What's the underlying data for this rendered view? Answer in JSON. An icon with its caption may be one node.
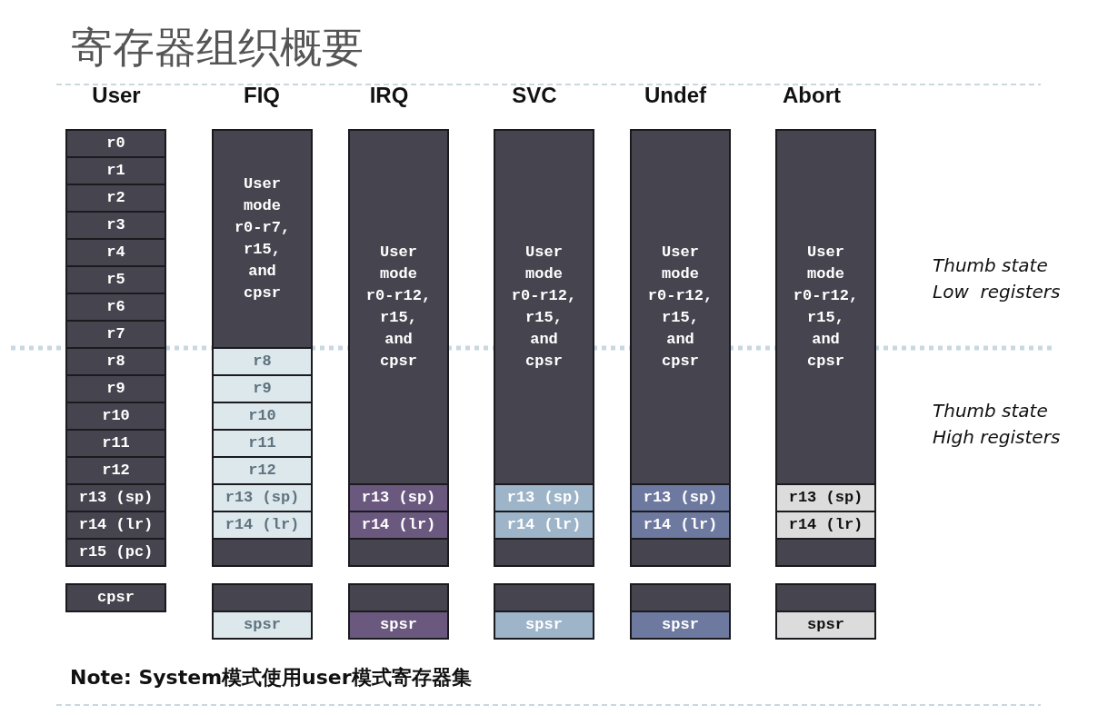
{
  "diagram": {
    "title": "寄存器组织概要",
    "nodes": [
      {
        "text": [
          "r0"
        ]
      },
      {
        "text": [
          "r1"
        ]
      },
      {
        "text": [
          "r2"
        ]
      },
      {
        "text": [
          "r3"
        ]
      },
      {
        "text": [
          "r4"
        ]
      },
      {
        "text": [
          "r5"
        ]
      },
      {
        "text": [
          "r6"
        ]
      },
      {
        "text": [
          "r7"
        ]
      },
      {
        "text": [
          "r8"
        ]
      },
      {
        "text": [
          "r9"
        ]
      },
      {
        "text": [
          "r10"
        ]
      },
      {
        "text": [
          "r11"
        ]
      },
      {
        "text": [
          "r12"
        ]
      },
      {
        "text": [
          "r13 (sp)"
        ]
      },
      {
        "text": [
          "r14 (lr)"
        ]
      },
      {
        "text": [
          "r15 (pc)"
        ]
      },
      {
        "text": [
          "cpsr"
        ]
      },
      {
        "text": [
          "User mode r0-r7, r15, and cpsr"
        ]
      },
      {
        "text": [
          "r8"
        ]
      },
      {
        "text": [
          "r9"
        ]
      },
      {
        "text": [
          "r10"
        ]
      },
      {
        "text": [
          "r11"
        ]
      },
      {
        "text": [
          "r12"
        ]
      },
      {
        "text": [
          "r13 (sp)"
        ]
      },
      {
        "text": [
          "r14 (lr)"
        ]
      },
      {
        "text": [],
        "shape": "box"
      },
      {
        "text": [],
        "shape": "box"
      },
      {
        "text": [
          "spsr"
        ]
      },
      {
        "text": [
          "User mode r0-r12, r15, and cpsr"
        ]
      },
      {
        "text": [
          "r13 (sp)"
        ]
      },
      {
        "text": [
          "r14 (lr)"
        ]
      },
      {
        "text": [],
        "shape": "box"
      },
      {
        "text": [],
        "shape": "box"
      },
      {
        "text": [
          "spsr"
        ]
      },
      {
        "text": [
          "User mode r0-r12, r15, and cpsr"
        ]
      },
      {
        "text": [
          "r13 (sp)"
        ]
      },
      {
        "text": [
          "r14 (lr)"
        ]
      },
      {
        "text": [],
        "shape": "box"
      },
      {
        "text": [],
        "shape": "box"
      },
      {
        "text": [
          "spsr"
        ]
      },
      {
        "text": [
          "User mode r0-r12, r15, and cpsr"
        ]
      },
      {
        "text": [
          "r13 (sp)"
        ]
      },
      {
        "text": [
          "r14 (lr)"
        ]
      },
      {
        "text": [],
        "shape": "box"
      },
      {
        "text": [],
        "shape": "box"
      },
      {
        "text": [
          "spsr"
        ]
      },
      {
        "text": [
          "User mode r0-r12, r15, and cpsr"
        ]
      },
      {
        "text": [
          "r13 (sp)"
        ]
      },
      {
        "text": [
          "r14 (lr)"
        ]
      },
      {
        "text": [],
        "shape": "box"
      },
      {
        "text": [],
        "shape": "box"
      },
      {
        "text": [
          "spsr"
        ]
      }
    ],
    "labels": [
      "User",
      "FIQ",
      "IRQ",
      "SVC",
      "Undef",
      "Abort",
      "Thumb state Low  registers",
      "Thumb state High registers",
      "Note: System模式使用user模式寄存器集"
    ]
  }
}
